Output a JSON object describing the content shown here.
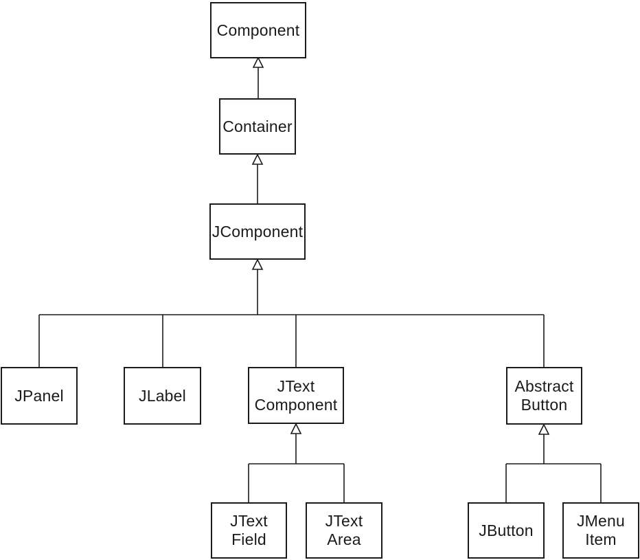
{
  "diagram": {
    "kind": "class-inheritance-hierarchy",
    "colors": {
      "line": "#1a1a1a",
      "box_border": "#1a1a1a",
      "box_fill": "#ffffff",
      "text": "#1a1a1a",
      "background": "#ffffff"
    },
    "nodes": {
      "component": {
        "line1": "Component",
        "line2": ""
      },
      "container": {
        "line1": "Container",
        "line2": ""
      },
      "jcomponent": {
        "line1": "JComponent",
        "line2": ""
      },
      "jpanel": {
        "line1": "JPanel",
        "line2": ""
      },
      "jlabel": {
        "line1": "JLabel",
        "line2": ""
      },
      "jtext_component": {
        "line1": "JText",
        "line2": "Component"
      },
      "abstract_button": {
        "line1": "Abstract",
        "line2": "Button"
      },
      "jtext_field": {
        "line1": "JText",
        "line2": "Field"
      },
      "jtext_area": {
        "line1": "JText",
        "line2": "Area"
      },
      "jbutton": {
        "line1": "JButton",
        "line2": ""
      },
      "jmenu_item": {
        "line1": "JMenu",
        "line2": "Item"
      }
    },
    "edges": [
      {
        "child": "Container",
        "parent": "Component",
        "type": "inheritance"
      },
      {
        "child": "JComponent",
        "parent": "Container",
        "type": "inheritance"
      },
      {
        "child": "JPanel",
        "parent": "JComponent",
        "type": "inheritance"
      },
      {
        "child": "JLabel",
        "parent": "JComponent",
        "type": "inheritance"
      },
      {
        "child": "JText Component",
        "parent": "JComponent",
        "type": "inheritance"
      },
      {
        "child": "Abstract Button",
        "parent": "JComponent",
        "type": "inheritance"
      },
      {
        "child": "JText Field",
        "parent": "JText Component",
        "type": "inheritance"
      },
      {
        "child": "JText Area",
        "parent": "JText Component",
        "type": "inheritance"
      },
      {
        "child": "JButton",
        "parent": "Abstract Button",
        "type": "inheritance"
      },
      {
        "child": "JMenu Item",
        "parent": "Abstract Button",
        "type": "inheritance"
      }
    ]
  }
}
